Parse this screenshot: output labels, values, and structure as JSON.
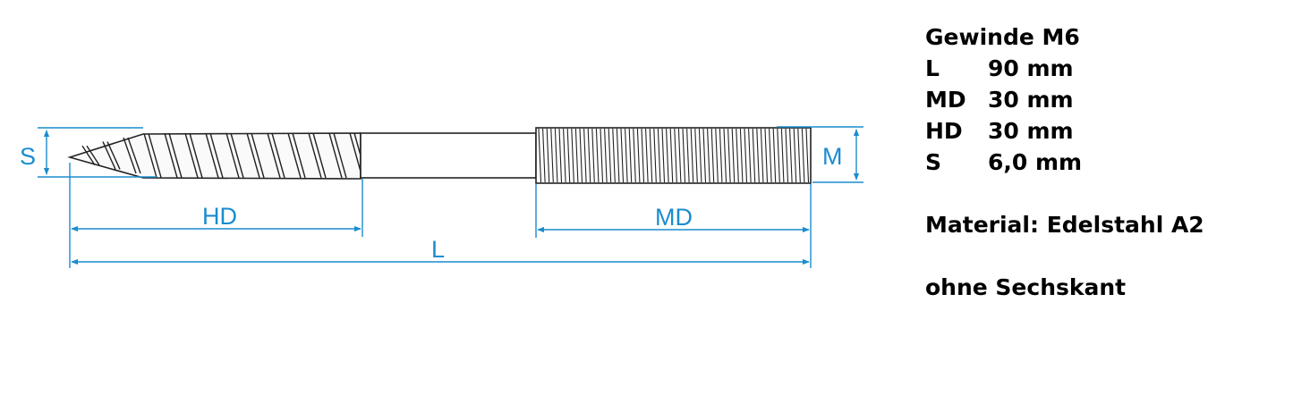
{
  "colors": {
    "dimension": "#1a8ccf",
    "screw": "#222222"
  },
  "dimension_labels": {
    "s": "S",
    "m": "M",
    "hd": "HD",
    "md": "MD",
    "l": "L"
  },
  "spec": {
    "thread": "Gewinde M6",
    "rows": [
      {
        "key": "L",
        "value": "90 mm"
      },
      {
        "key": "MD",
        "value": "30 mm"
      },
      {
        "key": "HD",
        "value": "30 mm"
      },
      {
        "key": "S",
        "value": "6,0 mm"
      }
    ],
    "material": "Material: Edelstahl A2",
    "note": "ohne Sechskant"
  }
}
